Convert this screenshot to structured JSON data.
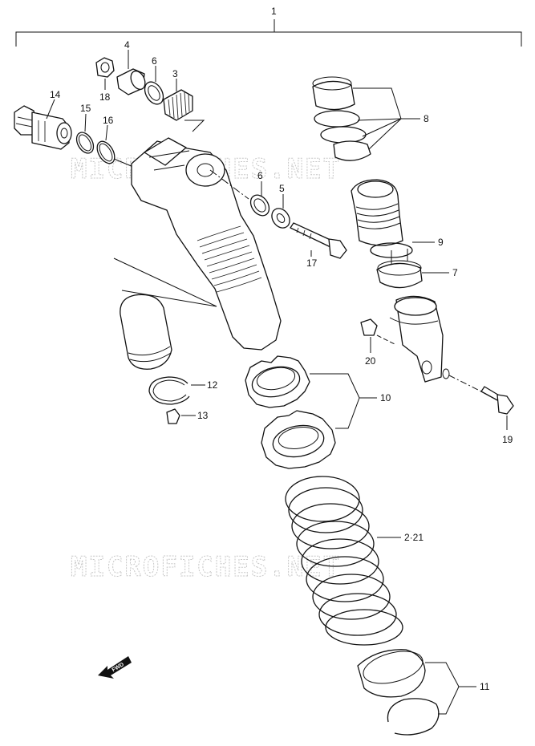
{
  "watermark": "MICROFICHES.NET",
  "fwd_label": "FWD",
  "callouts": {
    "c1": "1",
    "c2_21": "2·21",
    "c3": "3",
    "c4": "4",
    "c5": "5",
    "c6a": "6",
    "c6b": "6",
    "c7": "7",
    "c8": "8",
    "c9": "9",
    "c10": "10",
    "c11": "11",
    "c12": "12",
    "c13": "13",
    "c14": "14",
    "c15": "15",
    "c16": "16",
    "c17": "17",
    "c18": "18",
    "c19": "19",
    "c20": "20"
  }
}
